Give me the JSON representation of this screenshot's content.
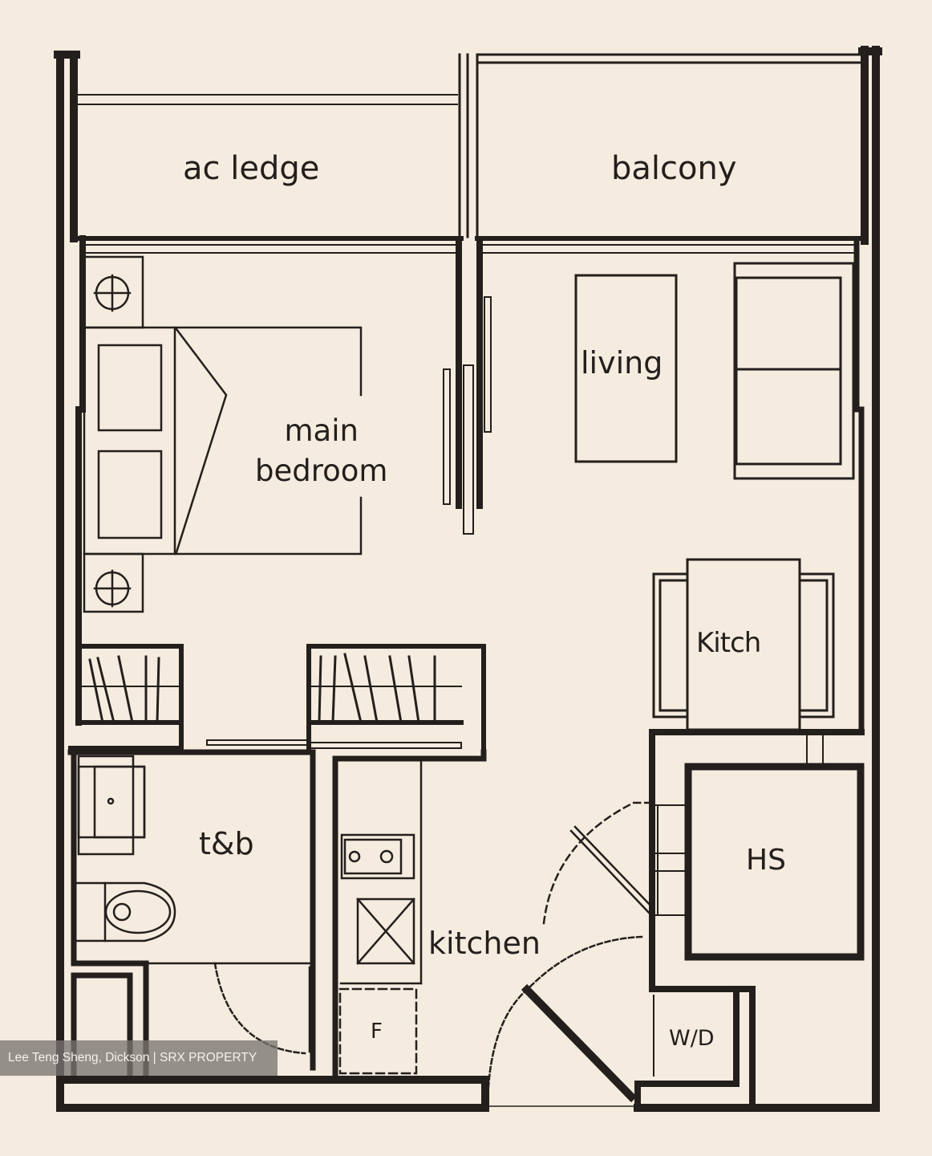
{
  "plan": {
    "background_color": "#f5ebdf",
    "line_color": "#231f1c",
    "rooms": {
      "ac_ledge": "ac ledge",
      "balcony": "balcony",
      "living": "living",
      "main_bedroom_line1": "main",
      "main_bedroom_line2": "bedroom",
      "kitchen_dining": "Kitch",
      "bathroom": "t&b",
      "kitchen": "kitchen",
      "household_shelter": "HS",
      "washer_dryer": "W/D",
      "fridge": "F"
    }
  },
  "watermark": {
    "text": "Lee Teng Sheng, Dickson | SRX PROPERTY"
  }
}
